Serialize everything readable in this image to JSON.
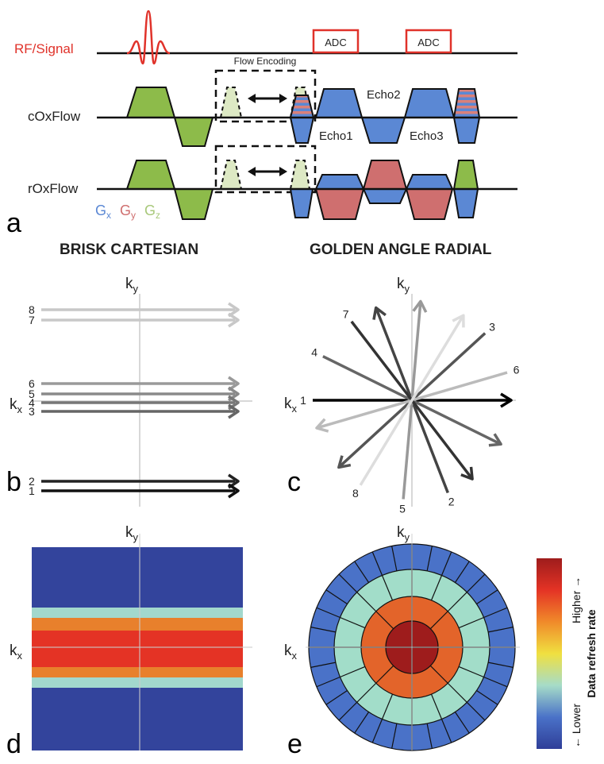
{
  "panel_a": {
    "letter": "a",
    "rf_label": "RF/Signal",
    "adc1": "ADC",
    "adc2": "ADC",
    "flow_encoding": "Flow Encoding",
    "row1": "cOxFlow",
    "row2": "rOxFlow",
    "echo1": "Echo1",
    "echo2": "Echo2",
    "echo3": "Echo3",
    "legend": {
      "gx": "G",
      "gx_sub": "x",
      "gy": "G",
      "gy_sub": "y",
      "gz": "G",
      "gz_sub": "z"
    },
    "colors": {
      "rf": "#e0322a",
      "gx": "#5b88d4",
      "gy": "#cf6f6f",
      "gz": "#8dbb4a",
      "gz_light": "#dde9c4"
    }
  },
  "panel_b": {
    "letter": "b",
    "title": "BRISK CARTESIAN",
    "ky": "k",
    "ky_sub": "y",
    "kx": "k",
    "kx_sub": "x",
    "lines": [
      {
        "label": "8",
        "shade": "#c8c8c8"
      },
      {
        "label": "7",
        "shade": "#c8c8c8"
      },
      {
        "label": "6",
        "shade": "#9a9a9a"
      },
      {
        "label": "5",
        "shade": "#8a8a8a"
      },
      {
        "label": "4",
        "shade": "#777777"
      },
      {
        "label": "3",
        "shade": "#666666"
      },
      {
        "label": "2",
        "shade": "#222222"
      },
      {
        "label": "1",
        "shade": "#111111"
      }
    ]
  },
  "panel_c": {
    "letter": "c",
    "title": "GOLDEN ANGLE RADIAL",
    "ky": "k",
    "ky_sub": "y",
    "kx": "k",
    "kx_sub": "x",
    "spokes": [
      {
        "label": "1",
        "angle_deg": 0,
        "shade": "#000000"
      },
      {
        "label": "2",
        "angle_deg": 111.25,
        "shade": "#444444"
      },
      {
        "label": "3",
        "angle_deg": 222.5,
        "shade": "#555555"
      },
      {
        "label": "4",
        "angle_deg": 333.75,
        "shade": "#666666"
      },
      {
        "label": "5",
        "angle_deg": 85,
        "shade": "#999999"
      },
      {
        "label": "6",
        "angle_deg": 196.25,
        "shade": "#bbbbbb"
      },
      {
        "label": "7",
        "angle_deg": 307.5,
        "shade": "#333333"
      },
      {
        "label": "8",
        "angle_deg": 58.75,
        "shade": "#dddddd"
      }
    ]
  },
  "panel_d": {
    "letter": "d",
    "ky": "k",
    "ky_sub": "y",
    "kx": "k",
    "kx_sub": "x",
    "bands": [
      "#33449c",
      "#a2d8cd",
      "#e8802c",
      "#e43325",
      "#e8802c",
      "#a2d8cd",
      "#33449c"
    ]
  },
  "panel_e": {
    "letter": "e",
    "ky": "k",
    "ky_sub": "y",
    "kx": "k",
    "kx_sub": "x",
    "rings": [
      {
        "color": "#4a72c8",
        "segments": 32
      },
      {
        "color": "#a2ddc9",
        "segments": 16
      },
      {
        "color": "#e3642a",
        "segments": 8
      },
      {
        "color": "#9e1c1c",
        "segments": 4
      }
    ]
  },
  "colorbar": {
    "label": "Data refresh rate",
    "higher": "Higher →",
    "lower": "← Lower",
    "stops": [
      "#9e1c1c",
      "#e43325",
      "#f08a2a",
      "#f0e040",
      "#a6dcc8",
      "#4a72c8",
      "#2f3e98"
    ]
  }
}
